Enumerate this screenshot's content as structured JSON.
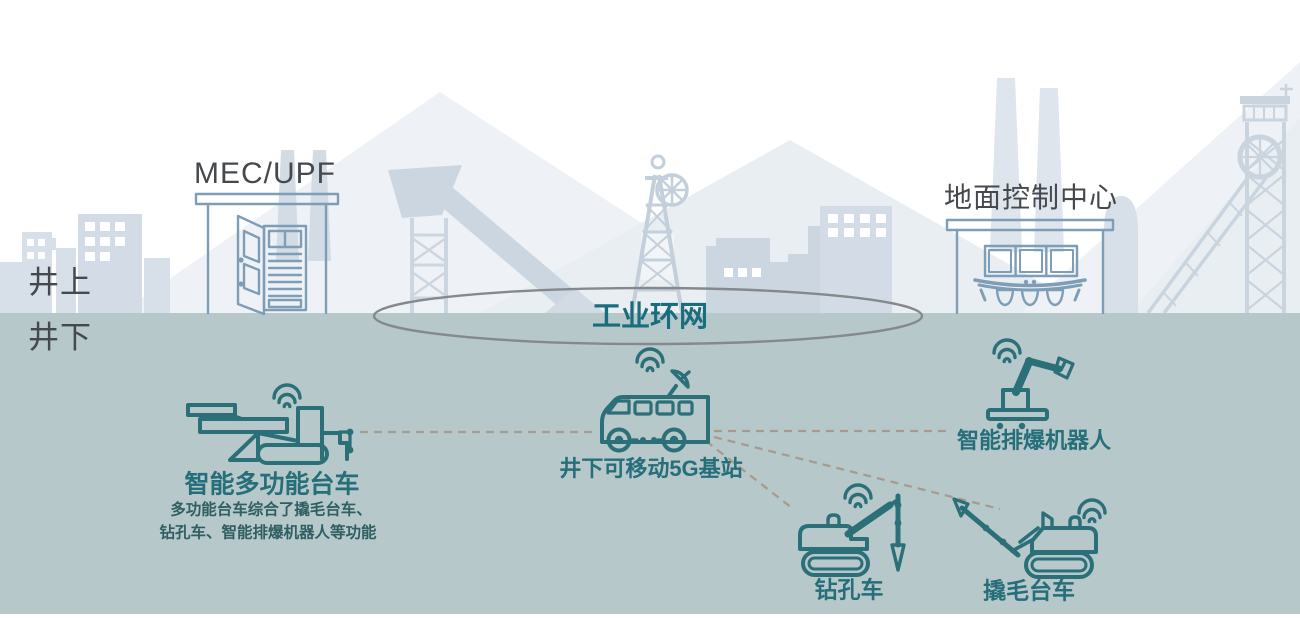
{
  "colors": {
    "teal_icon": "#2b6f79",
    "teal_label": "#256e7a",
    "ring_label": "#1a6d7d",
    "description_text": "#2f5f63",
    "dark_text": "#45494d",
    "steel_blue": "#7e9db6",
    "underground_fill": "#b6c8ca",
    "silhouette_light": "#e9eef3",
    "silhouette_mid": "#d3dce6",
    "ellipse_stroke": "#85898e",
    "dashed_line": "#a69789"
  },
  "zones": {
    "surface": {
      "label": "井上"
    },
    "underground": {
      "label": "井下"
    }
  },
  "ring_network": {
    "label": "工业环网"
  },
  "surface_facilities": {
    "mec": {
      "label": "MEC/UPF",
      "icon": "server-cabinet-shelter-icon"
    },
    "control_center": {
      "label": "地面控制中心",
      "icon": "control-room-icon"
    }
  },
  "underground_equipment": {
    "multifunction_jumbo": {
      "label": "智能多功能台车",
      "description_line1": "多功能台车综合了撬毛台车、",
      "description_line2": "钻孔车、智能排爆机器人等功能",
      "icon": "multifunction-jumbo-icon"
    },
    "mobile_5g_base_station": {
      "label": "井下可移动5G基站",
      "icon": "5g-van-icon"
    },
    "eod_robot": {
      "label": "智能排爆机器人",
      "icon": "robot-arm-icon"
    },
    "drill_rig": {
      "label": "钻孔车",
      "icon": "drill-rig-icon"
    },
    "scaling_jumbo": {
      "label": "撬毛台车",
      "icon": "scaling-jumbo-icon"
    }
  }
}
